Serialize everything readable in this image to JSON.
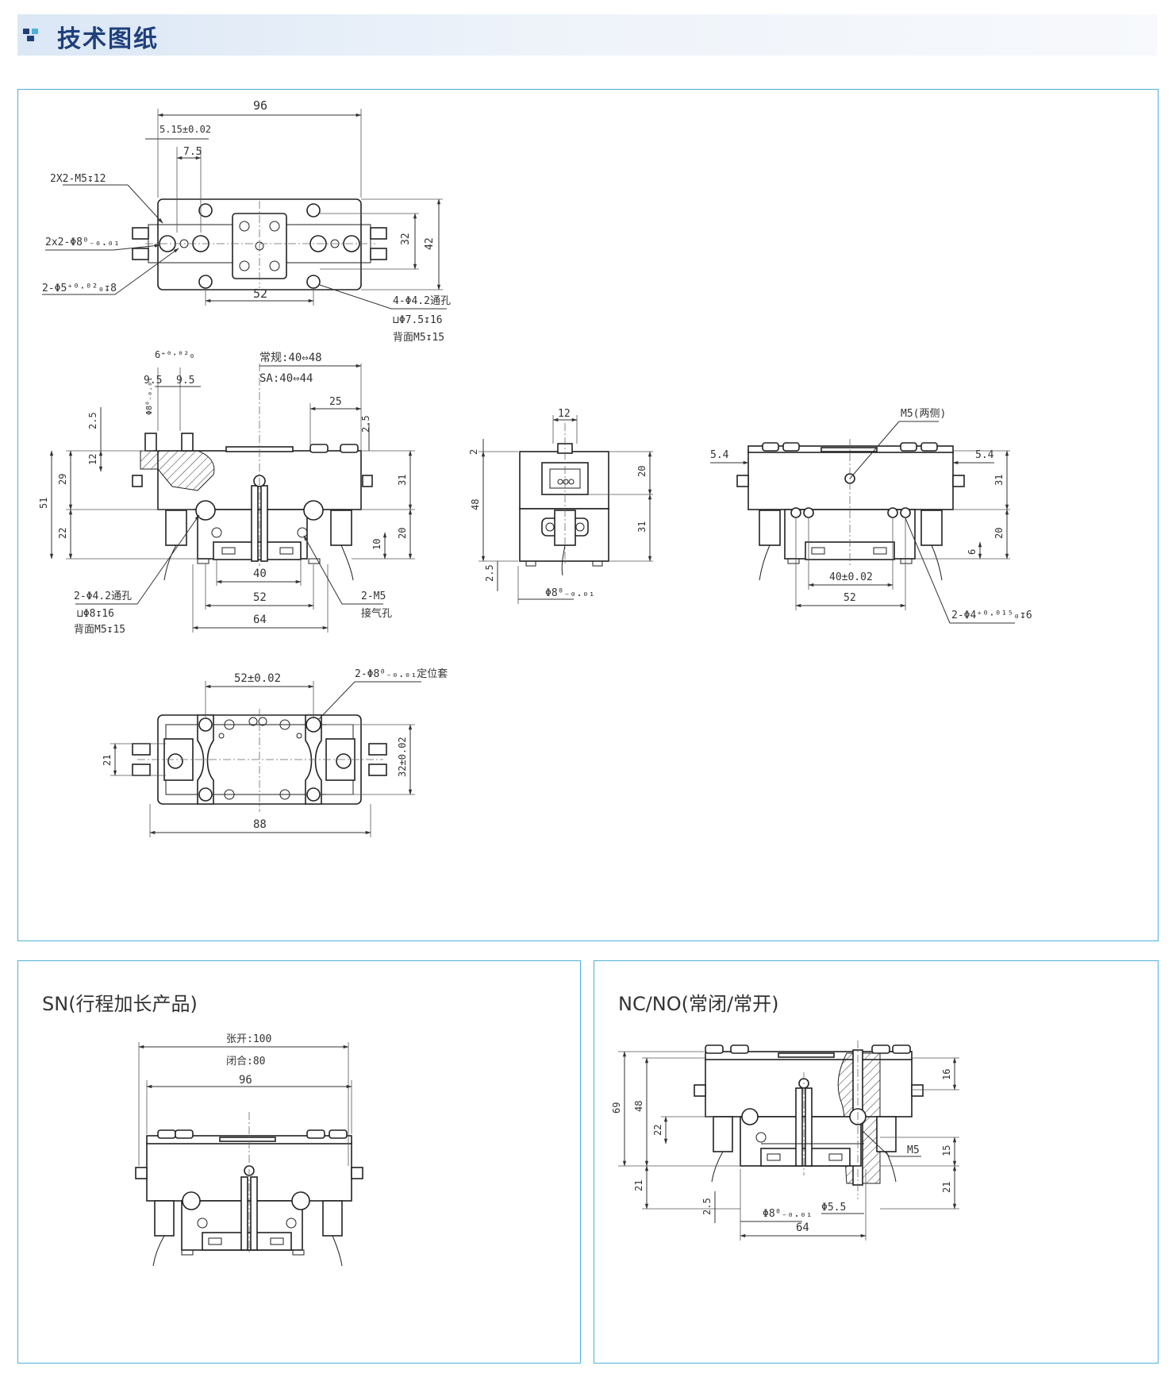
{
  "header": {
    "title": "技术图纸",
    "logo_icon": "gear-logo-icon",
    "accent_color": "#1f3f7a",
    "border_color": "#4fb1d9"
  },
  "top_view": {
    "d96": "96",
    "d515": "5.15±0.02",
    "d75": "7.5",
    "d52": "52",
    "d32": "32",
    "d42": "42",
    "c1": "2X2-M5↧12",
    "c2": "2x2-Φ8⁰₋₀.₀₁",
    "c3": "2-Φ5⁺⁰·⁰²₀↧8",
    "c4a": "4-Φ4.2通孔",
    "c4b": "⊔Φ7.5↧16",
    "c4c": "背面M5↧15"
  },
  "front_view": {
    "d6": "6⁺⁰·⁰²₀",
    "d95a": "9.5",
    "d95b": "9.5",
    "d8": "Φ8⁰₋₀.₀₁",
    "stroke1": "常规:40⇔48",
    "stroke2": "SA:40⇔44",
    "d25": "25",
    "d25v": "2.5",
    "d25v2": "2.5",
    "d12": "12",
    "d29": "29",
    "d51": "51",
    "d22": "22",
    "d31": "31",
    "d20": "20",
    "d10": "10",
    "d40": "40",
    "d52": "52",
    "d64": "64",
    "c1a": "2-Φ4.2通孔",
    "c1b": "⊔Φ8↧16",
    "c1c": "背面M5↧15",
    "c2a": "2-M5",
    "c2b": "接气孔"
  },
  "side_view": {
    "d12": "12",
    "d2": "2",
    "d20": "20",
    "d48": "48",
    "d31": "31",
    "d25": "2.5",
    "d8": "Φ8⁰₋₀.₀₁"
  },
  "rear_view": {
    "m5": "M5(两侧)",
    "d54a": "5.4",
    "d54b": "5.4",
    "d31": "31",
    "d20": "20",
    "d6": "6",
    "d40": "40±0.02",
    "d52": "52",
    "c": "2-Φ4⁺⁰·⁰¹⁵₀↧6"
  },
  "bottom_view": {
    "d52": "52±0.02",
    "c": "2-Φ8⁰₋₀.₀₁定位套",
    "d21": "21",
    "d32": "32±0.02",
    "d88": "88"
  },
  "sn": {
    "label": "SN(行程加长产品)",
    "open": "张开:100",
    "close": "闭合:80",
    "d96": "96"
  },
  "nc": {
    "label": "NC/NO(常闭/常开)",
    "d69": "69",
    "d48": "48",
    "d22": "22",
    "d21": "21",
    "d16": "16",
    "m5": "M5",
    "d15": "15",
    "d21r": "21",
    "d25": "2.5",
    "d8": "Φ8⁰₋₀.₀₁",
    "d55": "Φ5.5",
    "d64": "64"
  }
}
